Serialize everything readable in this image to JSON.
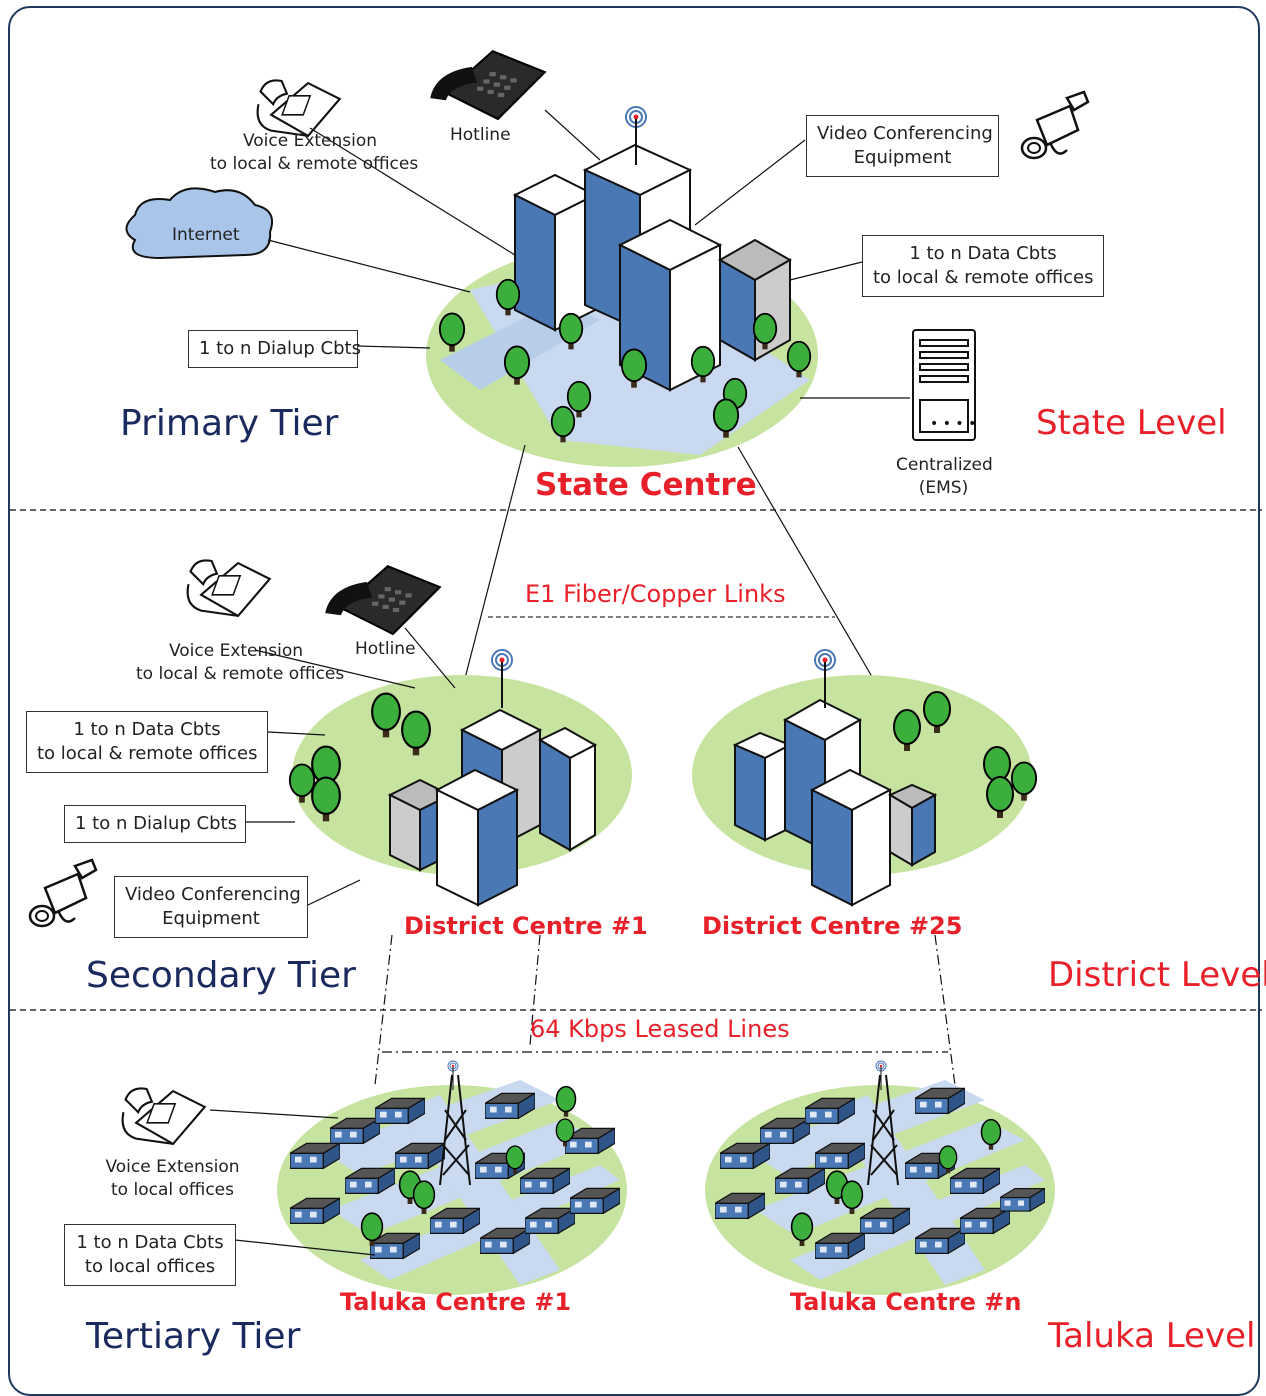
{
  "tiers": {
    "primary": "Primary Tier",
    "secondary": "Secondary Tier",
    "tertiary": "Tertiary Tier"
  },
  "levels": {
    "state": "State Level",
    "district": "District Level",
    "taluka": "Taluka Level"
  },
  "centres": {
    "state": "State Centre",
    "district_1": "District Centre #1",
    "district_25": "District Centre #25",
    "taluka_1": "Taluka Centre #1",
    "taluka_n": "Taluka Centre #n"
  },
  "links": {
    "state_district": "E1 Fiber/Copper Links",
    "district_taluka": "64 Kbps Leased Lines"
  },
  "state_labels": {
    "voice_line1": "Voice Extension",
    "voice_line2": "to local & remote offices",
    "hotline": "Hotline",
    "video_line1": "Video Conferencing",
    "video_line2": "Equipment",
    "internet": "Internet",
    "data_line1": "1 to n Data Cbts",
    "data_line2": "to local & remote offices",
    "dialup": "1 to n Dialup Cbts",
    "ems_line1": "Centralized",
    "ems_line2": "(EMS)"
  },
  "district_labels": {
    "voice_line1": "Voice Extension",
    "voice_line2": "to local & remote offices",
    "hotline": "Hotline",
    "data_line1": "1 to n Data Cbts",
    "data_line2": "to local & remote offices",
    "dialup": "1 to n Dialup Cbts",
    "video_line1": "Video Conferencing",
    "video_line2": "Equipment"
  },
  "taluka_labels": {
    "voice_line1": "Voice Extension",
    "voice_line2": "to local offices",
    "data_line1": "1 to n Data Cbts",
    "data_line2": "to local offices"
  },
  "colors": {
    "tier_text": "#1b2a5e",
    "accent_red": "#e8202a",
    "grass": "#c6e3a0",
    "building_blue": "#4a78b5",
    "tree_green": "#3cae3c"
  }
}
